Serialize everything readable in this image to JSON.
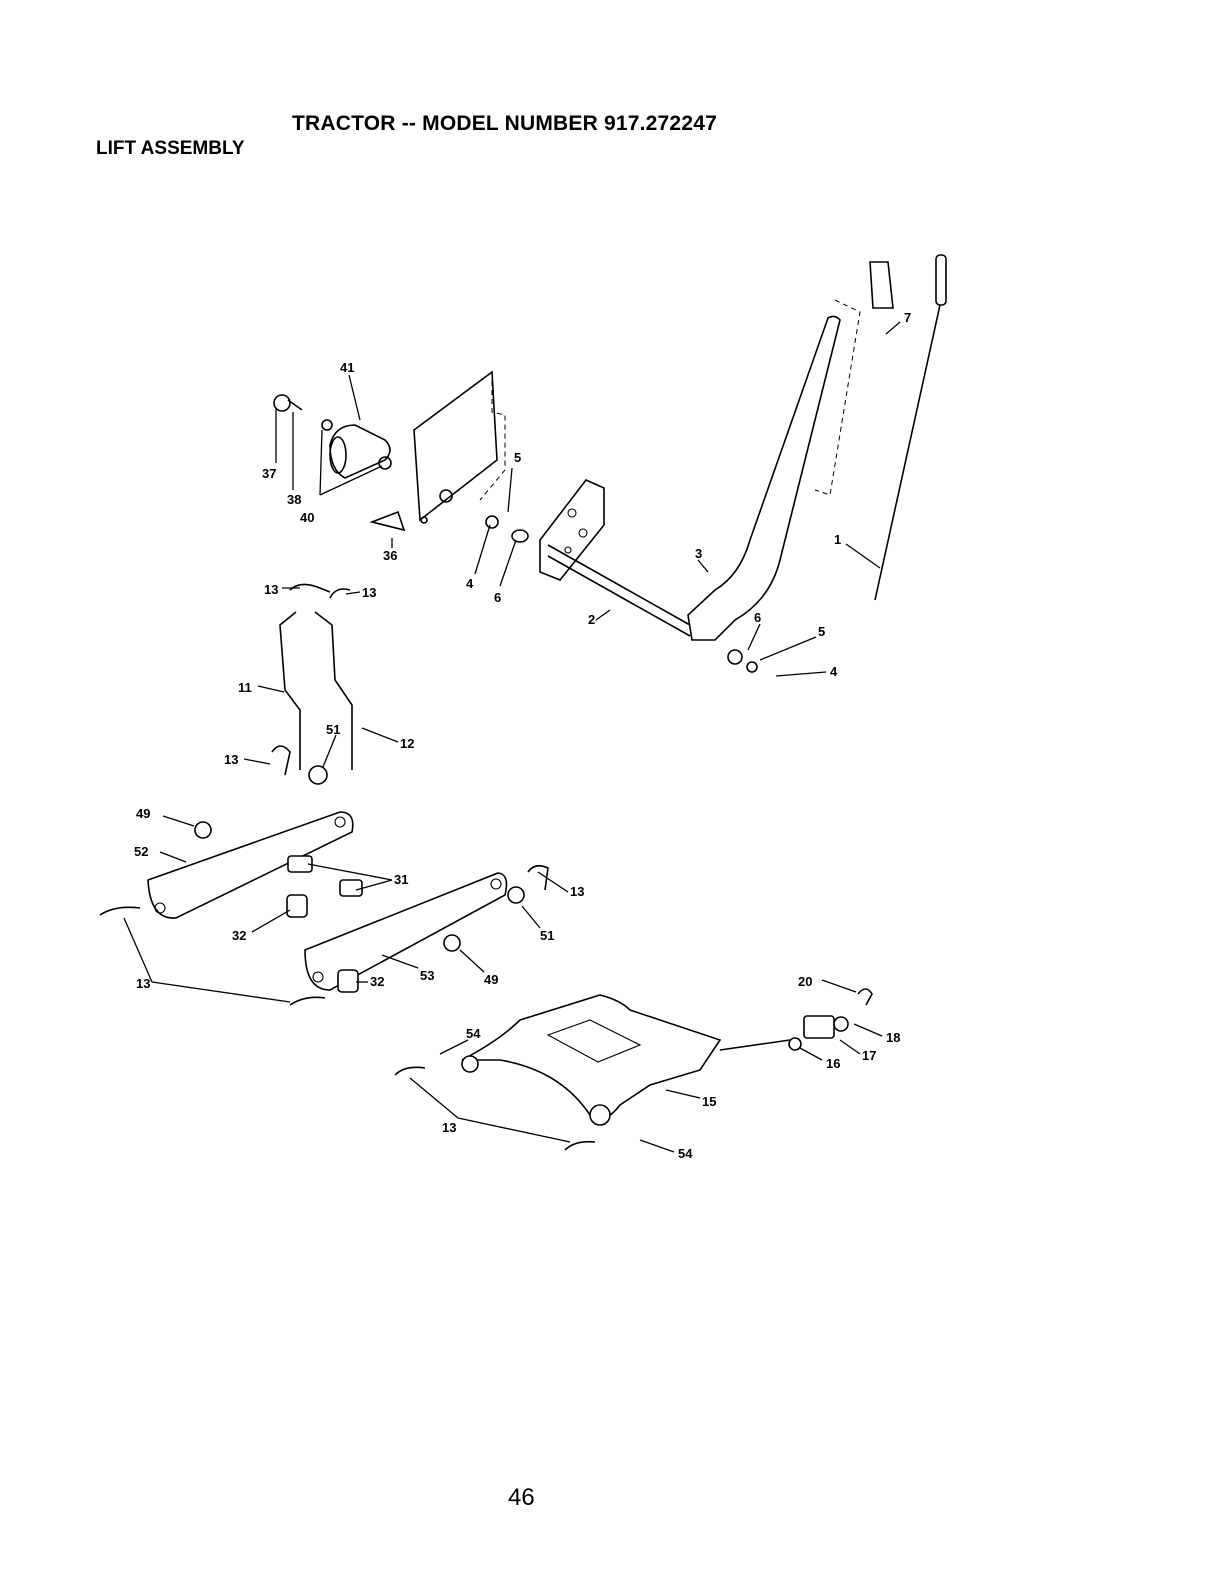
{
  "header": {
    "title": "TRACTOR -- MODEL NUMBER 917.272247",
    "section": "LIFT ASSEMBLY"
  },
  "callouts": [
    "41",
    "37",
    "38",
    "40",
    "36",
    "5",
    "4",
    "6",
    "13",
    "13",
    "11",
    "12",
    "13",
    "51",
    "49",
    "52",
    "31",
    "32",
    "13",
    "51",
    "53",
    "49",
    "32",
    "13",
    "3",
    "2",
    "6",
    "5",
    "4",
    "7",
    "1",
    "20",
    "18",
    "17",
    "16",
    "54",
    "15",
    "13",
    "54"
  ],
  "footer": {
    "page_number": "46"
  }
}
